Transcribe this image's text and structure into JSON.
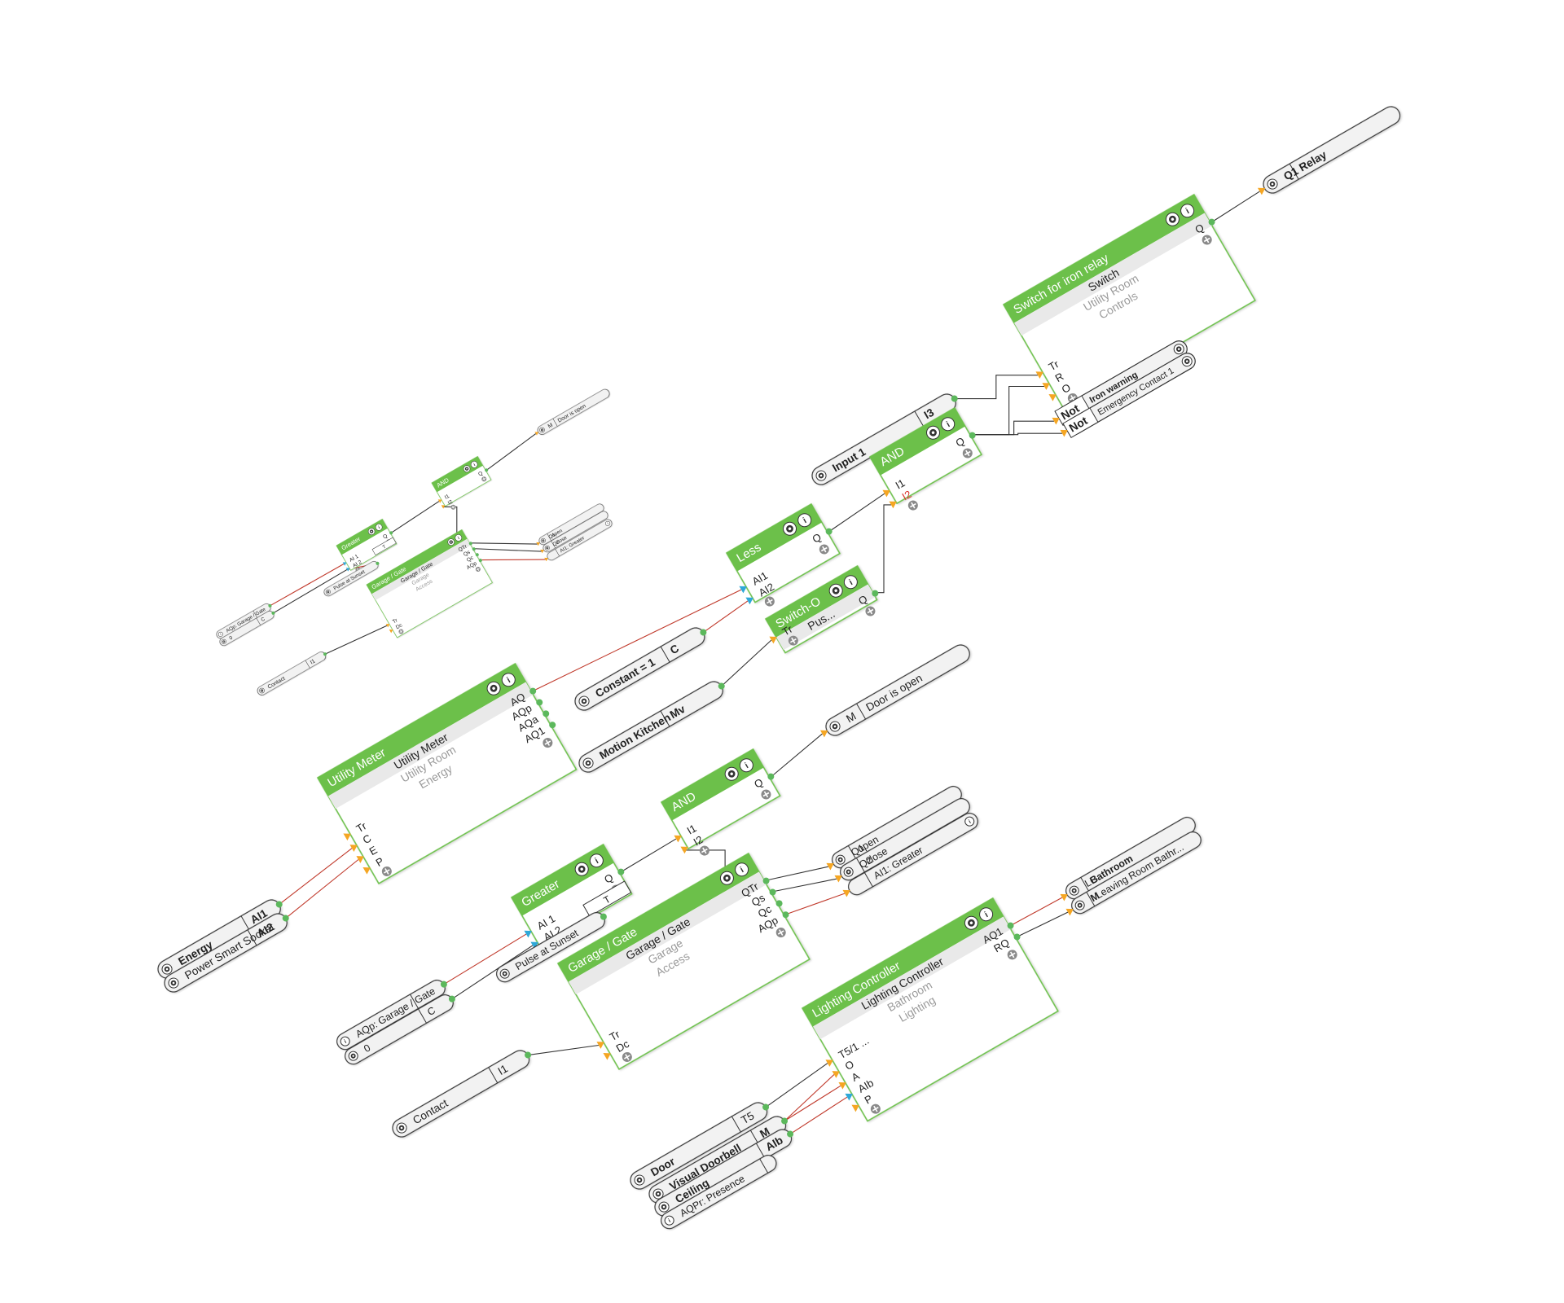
{
  "colors": {
    "green": "#6cc04a",
    "green_dark": "#4ea02e",
    "wire_digital": "#333333",
    "wire_analog": "#c0392b",
    "port_digital": "#f5a623",
    "port_analog": "#2ea8d8",
    "output_port": "#5cb85c",
    "muted": "#9a9a9a",
    "red_text": "#d9342b"
  },
  "blocks": [
    {
      "id": "switch",
      "title": "Switch for iron relay",
      "line1": "Switch",
      "line2": "Utility Room",
      "line3": "Controls",
      "inputs": [
        "Tr",
        "R",
        "O"
      ],
      "outputs": [
        "Q"
      ]
    },
    {
      "id": "and_top",
      "title": "AND",
      "inputs": [
        "I1",
        "I2"
      ],
      "outputs": [
        "Q"
      ]
    },
    {
      "id": "less",
      "title": "Less",
      "inputs": [
        "AI1",
        "AI2"
      ],
      "outputs": [
        "Q"
      ]
    },
    {
      "id": "switcho",
      "title": "Switch-O",
      "line1": "Pus...",
      "inputs": [
        "Tr"
      ],
      "outputs": [
        "Q"
      ]
    },
    {
      "id": "utility",
      "title": "Utility Meter",
      "line1": "Utility Meter",
      "line2": "Utility Room",
      "line3": "Energy",
      "inputs": [
        "Tr",
        "C",
        "E",
        "P"
      ],
      "outputs": [
        "AQ",
        "AQp",
        "AQa",
        "AQ1"
      ]
    },
    {
      "id": "and_mid",
      "title": "AND",
      "inputs": [
        "I1",
        "I2"
      ],
      "outputs": [
        "Q"
      ]
    },
    {
      "id": "greater",
      "title": "Greater",
      "inputs": [
        "AI 1",
        "AI 2"
      ],
      "outputs": [
        "Q"
      ],
      "extra": "T"
    },
    {
      "id": "garage",
      "title": "Garage / Gate",
      "line1": "Garage / Gate",
      "line2": "Garage",
      "line3": "Access",
      "inputs": [
        "Tr",
        "Dc"
      ],
      "outputs": [
        "QTr",
        "Qs",
        "Qc",
        "AQp"
      ]
    },
    {
      "id": "lighting",
      "title": "Lighting Controller",
      "line1": "Lighting Controller",
      "line2": "Bathroom",
      "line3": "Lighting",
      "inputs": [
        "T5/1 ...",
        "O",
        "A",
        "AIb",
        "P"
      ],
      "outputs": [
        "AQ1",
        "RQ"
      ]
    },
    {
      "id": "s_and",
      "title": "AND",
      "inputs": [
        "I1",
        "I2"
      ],
      "outputs": [
        "Q"
      ]
    },
    {
      "id": "s_greater",
      "title": "Greater",
      "inputs": [
        "AI 1",
        "AI 2"
      ],
      "outputs": [
        "Q"
      ],
      "extra": "T"
    },
    {
      "id": "s_garage",
      "title": "Garage / Gate",
      "line1": "Garage / Gate",
      "line2": "Garage",
      "line3": "Access",
      "inputs": [
        "Tr",
        "Dc"
      ],
      "outputs": [
        "QTr",
        "Qs",
        "Qc",
        "AQp"
      ]
    }
  ],
  "connectors": [
    {
      "id": "q1",
      "parts": [
        "Q1",
        "Relay"
      ],
      "icon": "gear"
    },
    {
      "id": "input1",
      "parts": [
        "Input 1",
        "I3"
      ],
      "icon": "gear"
    },
    {
      "id": "const",
      "parts": [
        "Constant = 1",
        "C"
      ],
      "icon": "gear"
    },
    {
      "id": "motion",
      "parts": [
        "Motion Kitchen",
        "Mv"
      ],
      "icon": "gear"
    },
    {
      "id": "door_open",
      "parts": [
        "M",
        "Door is open"
      ],
      "icon": "gear"
    },
    {
      "id": "gate_q1",
      "parts": [
        "Q1",
        "open"
      ],
      "icon": "gear"
    },
    {
      "id": "gate_q2",
      "parts": [
        "Q2",
        "close"
      ],
      "icon": "gear"
    },
    {
      "id": "gate_ai",
      "parts": [
        "",
        "AI1: Greater"
      ],
      "icon": "info"
    },
    {
      "id": "contact",
      "parts": [
        "Contact",
        "I1"
      ],
      "icon": "gear"
    },
    {
      "id": "pulse",
      "parts": [
        "Pulse at Sunset"
      ],
      "icon": "gear"
    },
    {
      "id": "aqp_gate",
      "parts": [
        "AQp: Garage / Gate",
        ""
      ],
      "icon": "info"
    },
    {
      "id": "zero",
      "parts": [
        "0",
        "C"
      ],
      "icon": "gear"
    },
    {
      "id": "lg",
      "parts": [
        "LG",
        "Bathroom"
      ],
      "icon": "gear"
    },
    {
      "id": "m_leave",
      "parts": [
        "M",
        "Leaving Room Bathr..."
      ],
      "icon": "gear"
    },
    {
      "id": "door",
      "parts": [
        "Door",
        "T5"
      ],
      "icon": "gear"
    },
    {
      "id": "visual",
      "parts": [
        "Visual Doorbell",
        "M"
      ],
      "icon": "gear"
    },
    {
      "id": "ceiling",
      "parts": [
        "Ceiling",
        "AIb"
      ],
      "icon": "gear"
    },
    {
      "id": "aqpr",
      "parts": [
        "AQPr: Presence",
        ""
      ],
      "icon": "info"
    },
    {
      "id": "energy",
      "parts": [
        "Energy",
        "AI1"
      ],
      "icon": "gear"
    },
    {
      "id": "socket",
      "parts": [
        "Power Smart Socket",
        "AI2"
      ],
      "icon": "gear"
    },
    {
      "id": "s_door_open",
      "parts": [
        "M",
        "Door is open"
      ],
      "icon": "gear"
    },
    {
      "id": "s_gate_q1",
      "parts": [
        "Q1",
        "open"
      ],
      "icon": "gear"
    },
    {
      "id": "s_gate_q2",
      "parts": [
        "Q2",
        "close"
      ],
      "icon": "gear"
    },
    {
      "id": "s_gate_ai",
      "parts": [
        "",
        "AI1: Greater"
      ],
      "icon": "info"
    },
    {
      "id": "s_pulse",
      "parts": [
        "Pulse at Sunset"
      ],
      "icon": "gear"
    },
    {
      "id": "s_aqp",
      "parts": [
        "AQp: Garage / Gate",
        ""
      ],
      "icon": "info"
    },
    {
      "id": "s_zero",
      "parts": [
        "0",
        "C"
      ],
      "icon": "gear"
    },
    {
      "id": "s_contact",
      "parts": [
        "Contact",
        "I1"
      ],
      "icon": "gear"
    }
  ],
  "not_blocks": [
    {
      "id": "not1",
      "op": "Not",
      "text": "Iron warning"
    },
    {
      "id": "not2",
      "op": "Not",
      "text": "Emergency Contact 1"
    }
  ]
}
